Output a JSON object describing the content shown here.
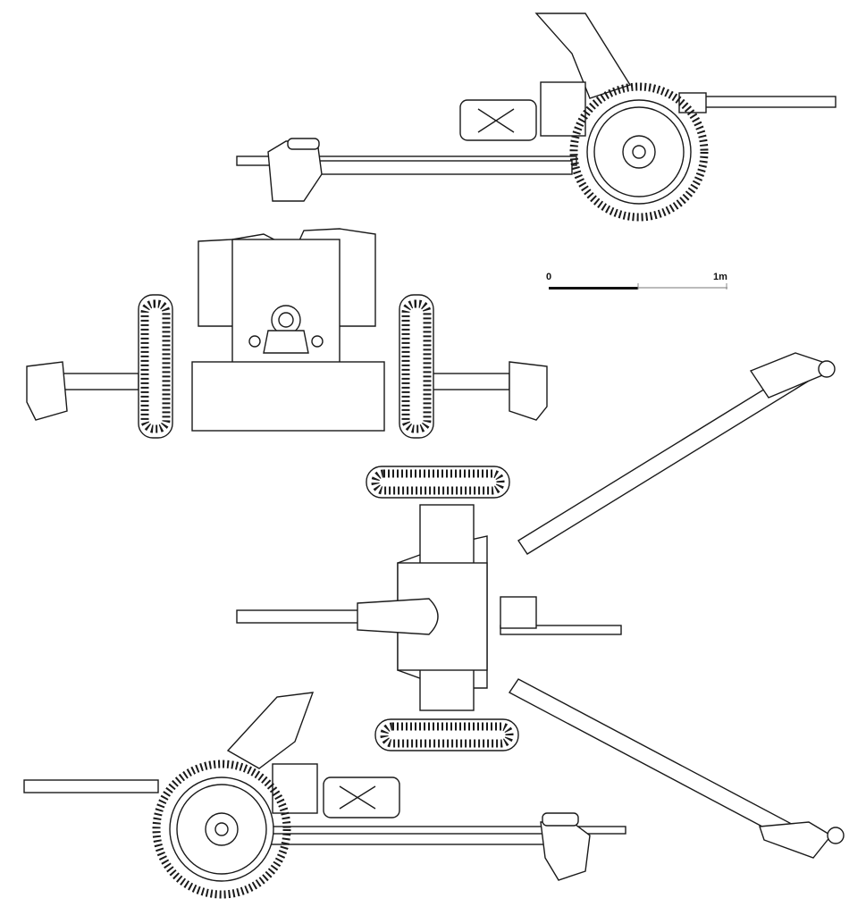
{
  "scale_bar": {
    "start_label": "0",
    "end_label": "1m",
    "length_m": 1
  },
  "views": [
    "side-view-right",
    "front-view",
    "top-view",
    "side-view-left"
  ],
  "colors": {
    "line": "#1a1a1a",
    "background": "#ffffff"
  }
}
